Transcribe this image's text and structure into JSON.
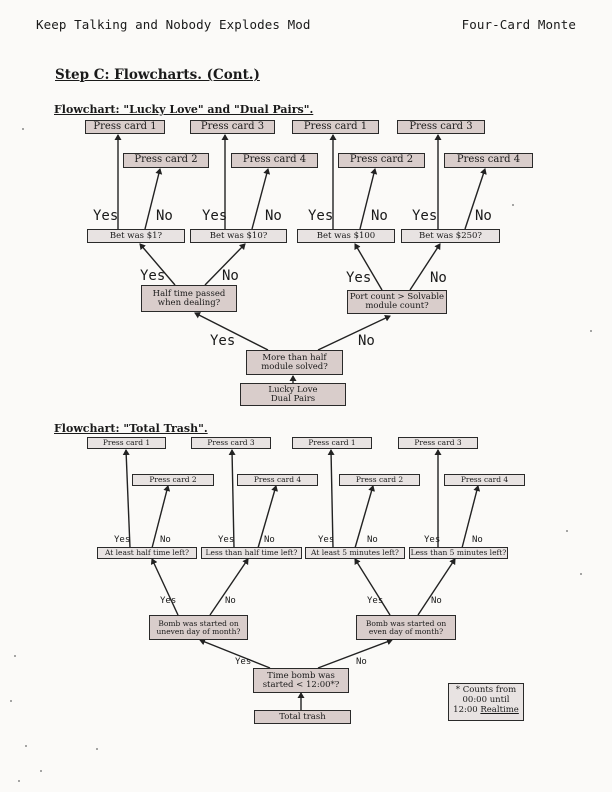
{
  "header": {
    "left": "Keep Talking and Nobody Explodes Mod",
    "right": "Four-Card Monte"
  },
  "section_title": "Step C: Flowcharts. (Cont.)",
  "flowchart1": {
    "title": "Flowchart: \"Lucky Love\" and \"Dual Pairs\".",
    "top_row": [
      "Press card 1",
      "Press card 3",
      "Press card 1",
      "Press card 3"
    ],
    "second_row": [
      "Press card 2",
      "Press card 4",
      "Press card 2",
      "Press card 4"
    ],
    "bets": [
      "Bet was $1?",
      "Bet was $10?",
      "Bet was $100",
      "Bet was $250?"
    ],
    "half_time": [
      "Half time passed",
      "when dealing?"
    ],
    "port_count": [
      "Port count > Solvable",
      "module count?"
    ],
    "more_than_half": [
      "More than half",
      "module solved?"
    ],
    "start": [
      "Lucky Love",
      "Dual Pairs"
    ],
    "yes": "Yes",
    "no": "No"
  },
  "flowchart2": {
    "title": "Flowchart: \"Total Trash\".",
    "top_row": [
      "Press card 1",
      "Press card 3",
      "Press card 1",
      "Press card 3"
    ],
    "second_row": [
      "Press card 2",
      "Press card 4",
      "Press card 2",
      "Press card 4"
    ],
    "time_checks": [
      "At least half time left?",
      "Less than half time left?",
      "At least 5 minutes left?",
      "Less than 5 minutes left?"
    ],
    "uneven": [
      "Bomb was started on",
      "uneven day of month?"
    ],
    "even": [
      "Bomb was started on",
      "even day of month?"
    ],
    "time_bomb": [
      "Time bomb was",
      "started < 12:00*?"
    ],
    "start": "Total trash",
    "yes": "Yes",
    "no": "No"
  },
  "footnote": {
    "line1": "* Counts from",
    "line2": "00:00 until",
    "line3_prefix": "12:00 ",
    "line3_link": "Realtime"
  }
}
